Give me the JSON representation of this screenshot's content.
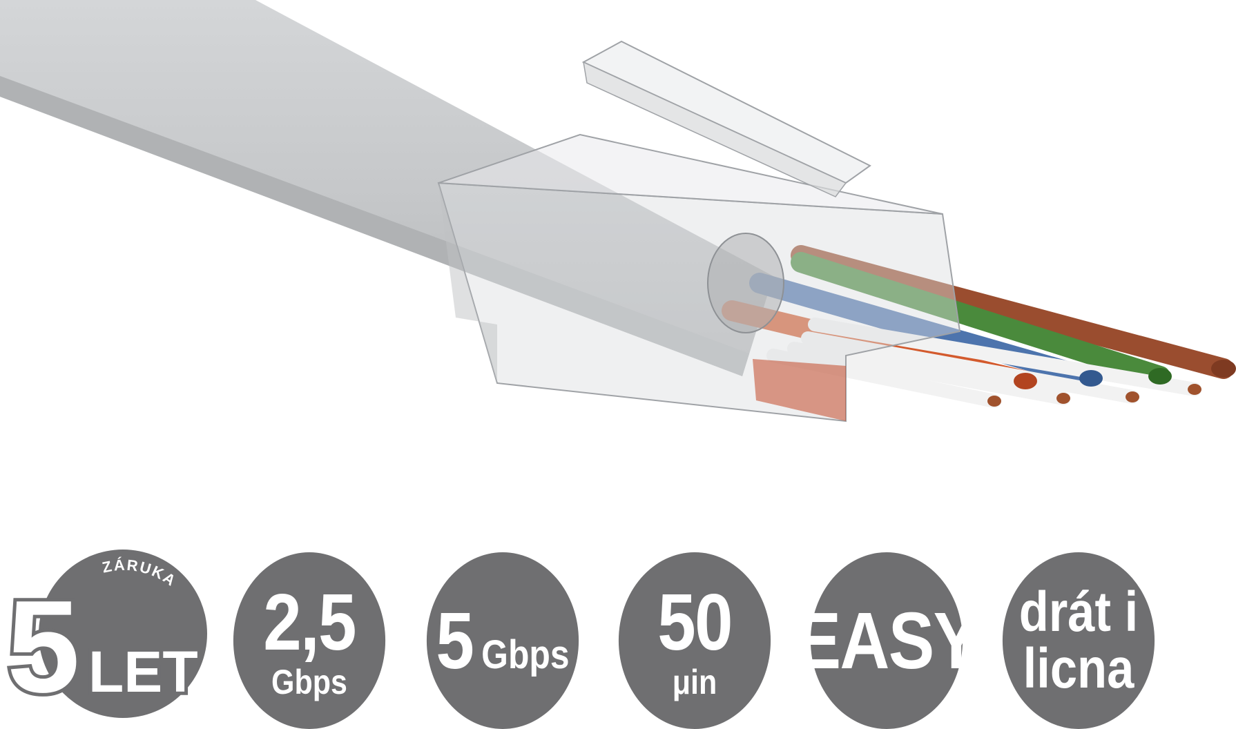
{
  "colors": {
    "badge_gray": "#6f6f71",
    "cable_gray": "#c4c6c8",
    "wire_brown": "#9a4d2f",
    "wire_green": "#4a8a3c",
    "wire_blue": "#4d74ad",
    "wire_orange": "#d35a2d"
  },
  "warranty": {
    "number": "5",
    "word": "LET",
    "arc_text": "ZÁRUKA"
  },
  "badges": [
    {
      "main": "2,5",
      "sub": "Gbps"
    },
    {
      "main": "5",
      "sub": "Gbps"
    },
    {
      "main": "50",
      "sub": "μin"
    },
    {
      "main": "EASY"
    },
    {
      "line1": "drát i",
      "line2": "licna"
    }
  ]
}
